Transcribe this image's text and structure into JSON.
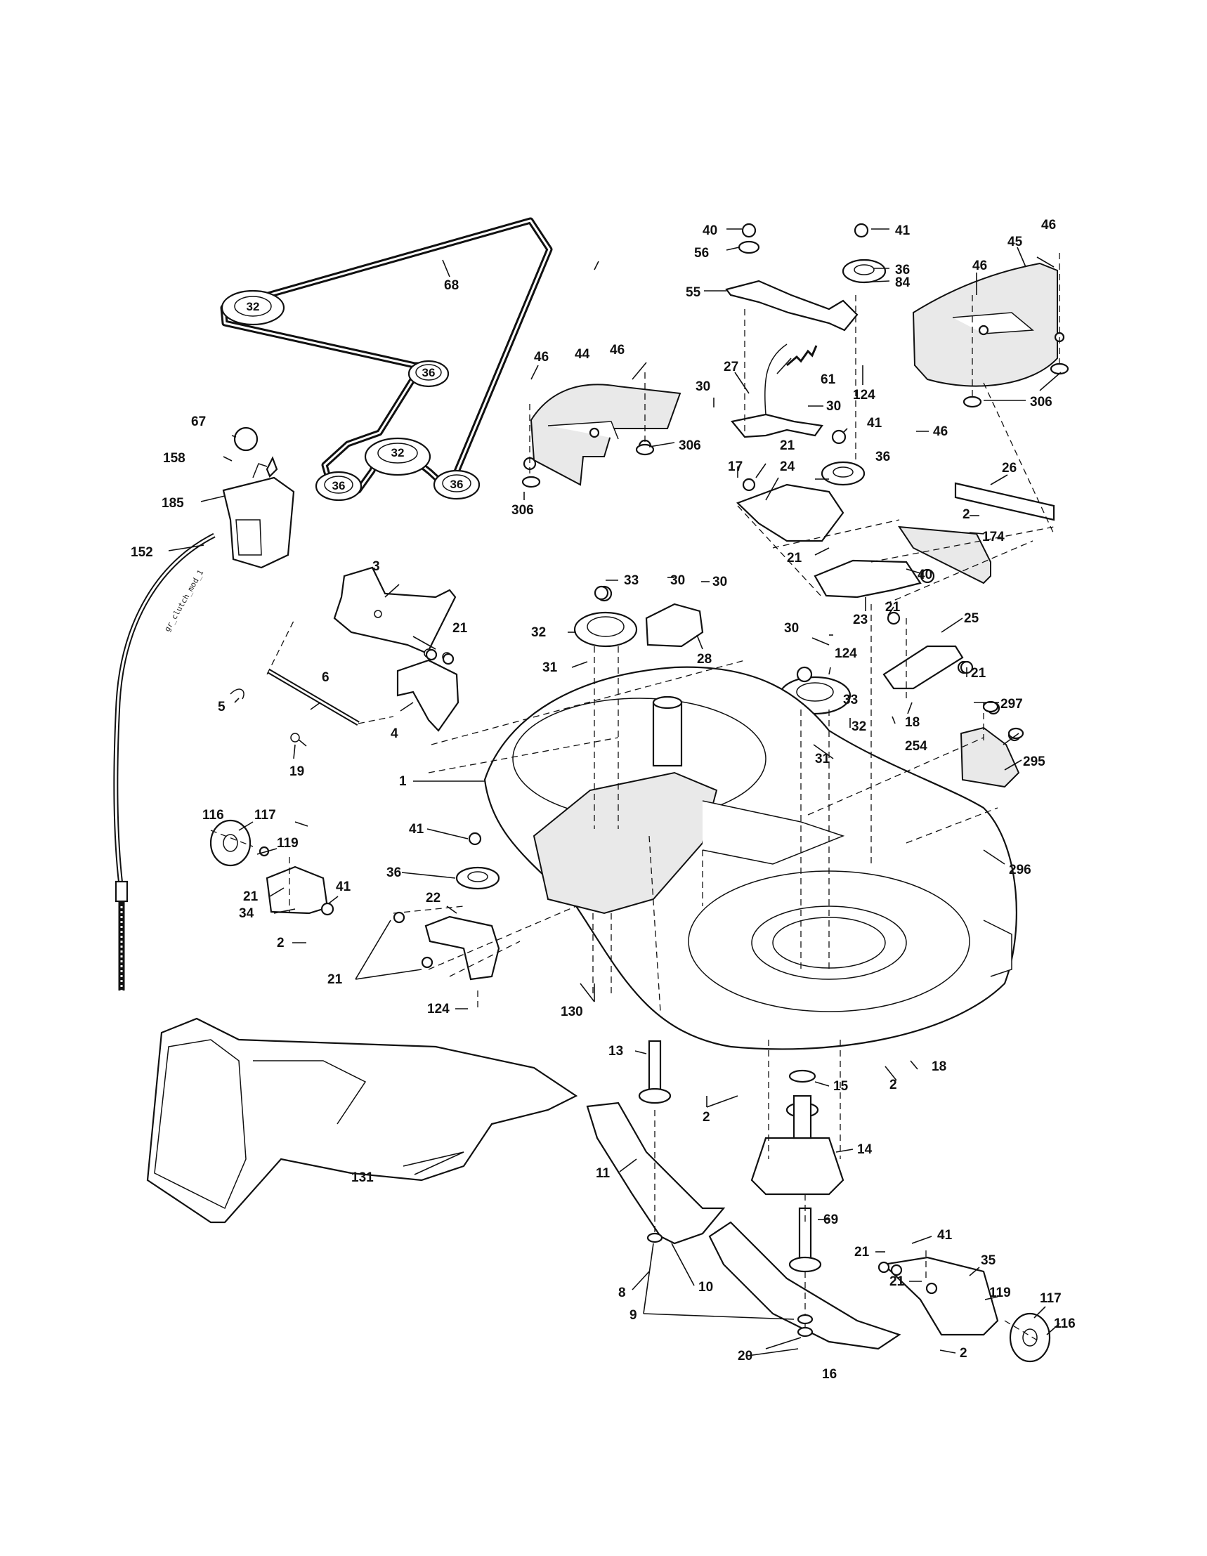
{
  "callouts": {
    "c1": "1",
    "c2a": "2",
    "c2b": "2",
    "c2c": "2",
    "c2d": "2",
    "c2e": "2",
    "c3": "3",
    "c4": "4",
    "c5": "5",
    "c6": "6",
    "c8": "8",
    "c9": "9",
    "c10": "10",
    "c11": "11",
    "c13": "13",
    "c14": "14",
    "c15": "15",
    "c16": "16",
    "c17": "17",
    "c18a": "18",
    "c18b": "18",
    "c19": "19",
    "c20": "20",
    "c21a": "21",
    "c21b": "21",
    "c21c": "21",
    "c21d": "21",
    "c21e": "21",
    "c21f": "21",
    "c21g": "21",
    "c21h": "21",
    "c21i": "21",
    "c22": "22",
    "c23": "23",
    "c24": "24",
    "c25": "25",
    "c26": "26",
    "c27": "27",
    "c28": "28",
    "c30a": "30",
    "c30b": "30",
    "c30c": "30",
    "c30d": "30",
    "c30e": "30",
    "c31a": "31",
    "c31b": "31",
    "c32a": "32",
    "c32b": "32",
    "c33a": "33",
    "c33b": "33",
    "c34": "34",
    "c35": "35",
    "c36a": "36",
    "c36b": "36",
    "c36c": "36",
    "c40a": "40",
    "c40b": "40",
    "c41a": "41",
    "c41b": "41",
    "c41c": "41",
    "c41d": "41",
    "c41e": "41",
    "c44": "44",
    "c45": "45",
    "c46a": "46",
    "c46b": "46",
    "c46c": "46",
    "c46d": "46",
    "c46e": "46",
    "c55": "55",
    "c56": "56",
    "c61": "61",
    "c67": "67",
    "c68": "68",
    "c69": "69",
    "c84": "84",
    "c116a": "116",
    "c116b": "116",
    "c117a": "117",
    "c117b": "117",
    "c119a": "119",
    "c119b": "119",
    "c124a": "124",
    "c124b": "124",
    "c124c": "124",
    "c130": "130",
    "c131": "131",
    "c152": "152",
    "c158": "158",
    "c174": "174",
    "c185": "185",
    "c254": "254",
    "c295": "295",
    "c296": "296",
    "c297": "297",
    "c306a": "306",
    "c306b": "306",
    "c306c": "306"
  },
  "belt_pulleys": {
    "p32_top": "32",
    "p36_mid": "36",
    "p32_center": "32",
    "p36_left": "36",
    "p36_right": "36"
  },
  "cable_tag": "gr_clutch_mod_1"
}
